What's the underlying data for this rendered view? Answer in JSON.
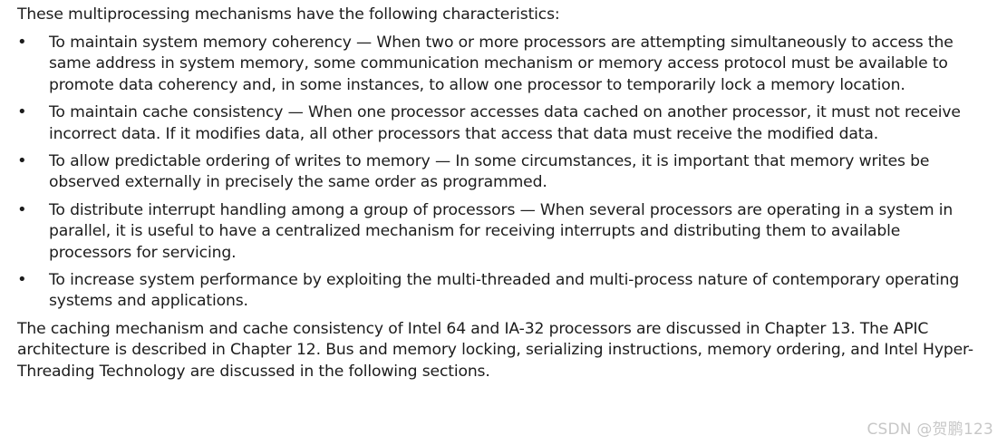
{
  "intro": "These multiprocessing mechanisms have the following characteristics:",
  "bullets": [
    {
      "marker": "•",
      "text": "To maintain system memory coherency — When two or more processors are attempting simultaneously to access the same address in system memory, some communication mechanism or memory access protocol must be available to promote data coherency and, in some instances, to allow one processor to temporarily lock a memory location."
    },
    {
      "marker": "•",
      "text": "To maintain cache consistency — When one processor accesses data cached on another processor, it must not receive incorrect data. If it modifies data, all other processors that access that data must receive the modified data."
    },
    {
      "marker": "•",
      "text": "To allow predictable ordering of writes to memory — In some circumstances, it is important that memory writes be observed externally in precisely the same order as programmed."
    },
    {
      "marker": "•",
      "text": "To distribute interrupt handling among a group of processors — When several processors are operating in a system in parallel, it is useful to have a centralized mechanism for receiving interrupts and distributing them to available processors for servicing."
    },
    {
      "marker": "•",
      "text": "To increase system performance by exploiting the multi-threaded and multi-process nature of contemporary operating systems and applications."
    }
  ],
  "outro": "The caching mechanism and cache consistency of Intel 64 and IA-32 processors are discussed in Chapter 13. The APIC architecture is described in Chapter 12. Bus and memory locking, serializing instructions, memory ordering, and Intel Hyper-Threading Technology are discussed in the following sections.",
  "watermark": "CSDN @贺鹏123"
}
